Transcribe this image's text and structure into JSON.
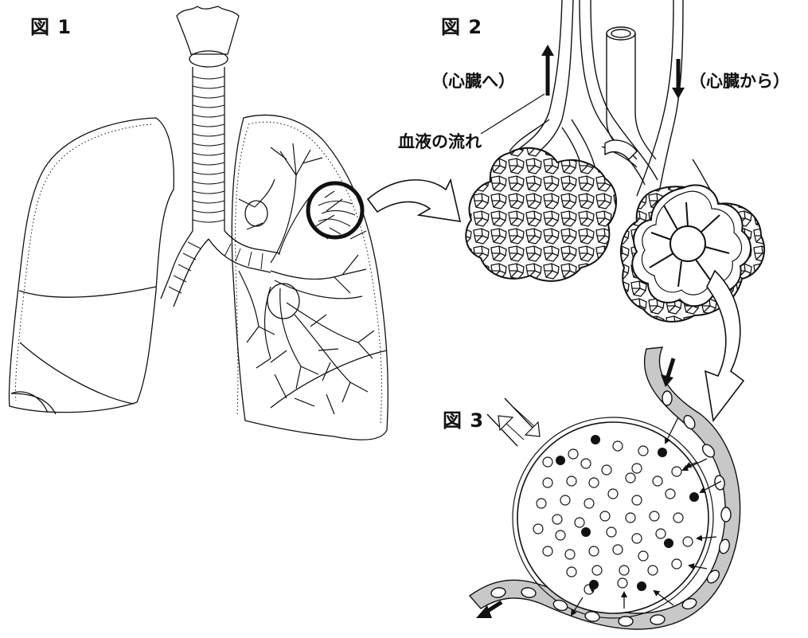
{
  "figures": {
    "fig1": "図 1",
    "fig2": "図 2",
    "fig3": "図 3"
  },
  "labels": {
    "to_heart": "（心臓へ）",
    "from_heart": "（心臓から）",
    "blood_flow": "血液の流れ"
  },
  "colors": {
    "line": "#111111",
    "vessel_fill": "#c8c8c8",
    "background": "#ffffff"
  },
  "icons": [
    "right-lung",
    "left-lung",
    "trachea",
    "bronchial-tree",
    "magnifier-circle",
    "alveolus-cluster",
    "alveolus",
    "capillary",
    "red-blood-cell",
    "oxygen-particle",
    "carbon-dioxide-particle",
    "flow-arrow"
  ]
}
